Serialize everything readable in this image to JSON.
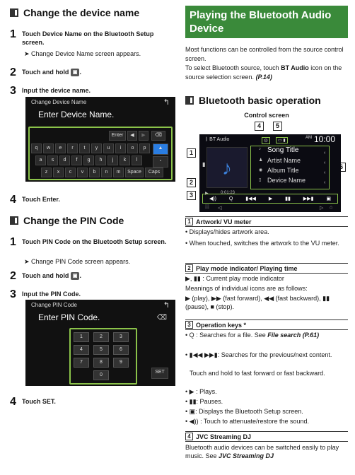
{
  "left": {
    "sec1_title": "Change the device name",
    "s1_n": "1",
    "s1_a": "Touch ",
    "s1_b": "Device Name",
    "s1_c": " on the Bluetooth Setup screen.",
    "s1_res": "➤ Change Device Name screen appears.",
    "s2_n": "2",
    "s2_text": "Touch and hold",
    "s3_n": "3",
    "s3_text": "Input the device name.",
    "shot1_title": "Change Device Name",
    "shot1_text": "Enter Device Name.",
    "kb_row1": [
      "q",
      "w",
      "e",
      "r",
      "t",
      "y",
      "u",
      "i",
      "o",
      "p"
    ],
    "kb_row2": [
      "a",
      "s",
      "d",
      "f",
      "g",
      "h",
      "j",
      "k",
      "l"
    ],
    "kb_row3": [
      "z",
      "x",
      "c",
      "v",
      "b",
      "n",
      "m",
      "Space",
      "Caps"
    ],
    "kb_enter": "Enter",
    "s4_n": "4",
    "s4_a": "Touch ",
    "s4_b": "Enter",
    "sec2_title": "Change the PIN Code",
    "p1_n": "1",
    "p1_a": "Touch ",
    "p1_b": "PIN Code",
    "p1_c": " on the Bluetooth Setup screen.",
    "p1_res": "➤ Change PIN Code screen appears.",
    "p2_n": "2",
    "p2_text": "Touch and hold",
    "p3_n": "3",
    "p3_text": "Input the PIN Code.",
    "shot2_title": "Change PIN Code",
    "shot2_text": "Enter PIN Code.",
    "pin_keys": [
      "1",
      "2",
      "3",
      "4",
      "5",
      "6",
      "7",
      "8",
      "9",
      "0"
    ],
    "pin_set": "SET",
    "p4_n": "4",
    "p4_a": "Touch ",
    "p4_b": "SET"
  },
  "right": {
    "banner": "Playing the Bluetooth Audio Device",
    "para1": "Most functions can be controlled from the source control screen.",
    "para2a": "To select Bluetooth source, touch ",
    "para2b": "BT Audio",
    "para2c": " icon on the source selection screen. ",
    "para2d": "(P.14)",
    "sec_title": "Bluetooth basic operation",
    "control_label": "Control screen",
    "player": {
      "src": "BT Audio",
      "time": "10:00",
      "am": "AM",
      "song": "Song Title",
      "artist": "Artist Name",
      "album": "Album Title",
      "device": "Device Name",
      "ptime": "0:01:23"
    },
    "callouts": [
      "1",
      "2",
      "3",
      "4",
      "5",
      "6"
    ],
    "h1": "Artwork/ VU meter",
    "h1_b1": "• Displays/hides artwork area.",
    "h1_b2": "• When touched, switches the artwork to the VU meter.",
    "h2": "Play mode indicator/ Playing time",
    "h2_t1": "▶, ▮▮ : Current play mode indicator",
    "h2_t2": "Meanings of individual icons are as follows:",
    "h2_t3": "▶ (play), ▶▶ (fast forward), ◀◀ (fast backward), ▮▮ (pause), ■ (stop).",
    "h3": "Operation keys *",
    "h3_b1a": "• ",
    "h3_b1b": "Q : Searches for a file. See ",
    "h3_b1c": "File search (P.61)",
    "h3_b2a": "• ▮◀◀ ▶▶▮: Searches for the previous/next content.",
    "h3_b2b": "Touch and hold to fast forward or fast backward.",
    "h3_b3": "• ▶ : Plays.",
    "h3_b4": "• ▮▮: Pauses.",
    "h3_b5": "• ▣: Displays the Bluetooth Setup screen.",
    "h3_b6": "• ◀)) : Touch to attenuate/restore the sound.",
    "h4": "JVC Streaming DJ",
    "h4_t": "Bluetooth audio devices can be switched easily to play music. See ",
    "h4_ref": "JVC Streaming DJ"
  }
}
